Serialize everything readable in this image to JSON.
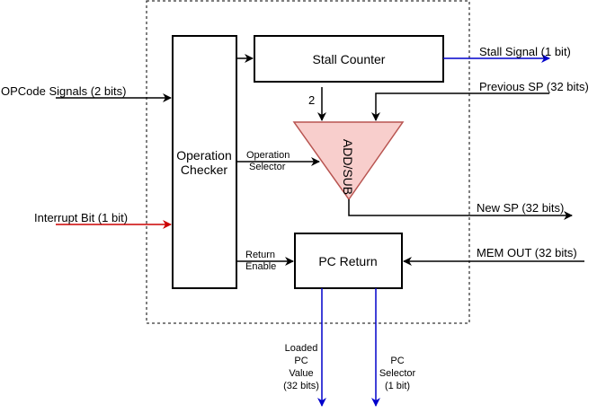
{
  "blocks": {
    "stall_counter": "Stall Counter",
    "operation_checker": [
      "Operation",
      "Checker"
    ],
    "pc_return": "PC Return",
    "alu": "ADD/SUB"
  },
  "inputs": {
    "opcode": "OPCode Signals (2 bits)",
    "interrupt": "Interrupt Bit (1 bit)",
    "previous_sp": "Previous SP (32 bits)",
    "mem_out": "MEM OUT (32 bits)",
    "constant_two": "2"
  },
  "outputs": {
    "stall_signal": "Stall Signal (1 bit)",
    "new_sp": "New SP (32 bits)",
    "loaded_pc": [
      "Loaded",
      "PC",
      "Value",
      "(32 bits)"
    ],
    "pc_selector": [
      "PC",
      "Selector",
      "(1 bit)"
    ]
  },
  "internal_signals": {
    "operation_selector": [
      "Operation",
      "Selector"
    ],
    "return_enable": [
      "Return",
      "Enable"
    ]
  },
  "colors": {
    "black": "#000000",
    "blue": "#0000cc",
    "red": "#cc0000",
    "alu_fill": "#f8cecc",
    "alu_stroke": "#b85450"
  }
}
